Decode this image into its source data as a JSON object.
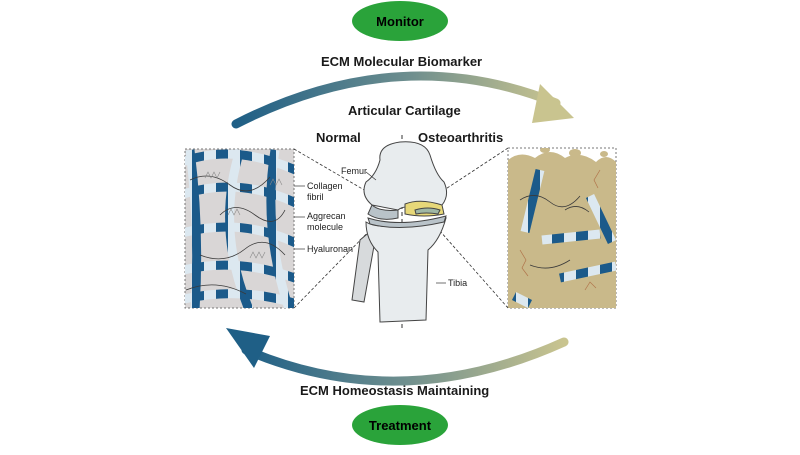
{
  "monitor_label": "Monitor",
  "treatment_label": "Treatment",
  "top_caption": "ECM Molecular Biomarker",
  "bottom_caption": "ECM Homeostasis Maintaining",
  "center_title": "Articular Cartilage",
  "normal_label": "Normal",
  "oa_label": "Osteoarthritis",
  "parts": {
    "femur": "Femur",
    "collagen": "Collagen fibril",
    "aggrecan": "Aggrecan molecule",
    "hyaluronan": "Hyaluronan",
    "tibia": "Tibia"
  },
  "colors": {
    "pill_green": "#2aa33a",
    "arrow_blue": "#1f5f86",
    "arrow_khaki": "#c9c48f",
    "normal_matrix": "#d9d6d6",
    "oa_matrix": "#c9b98a",
    "fibril_blue": "#1b5a8a",
    "fibril_light": "#dce8f0",
    "bone": "#e8ecee"
  }
}
